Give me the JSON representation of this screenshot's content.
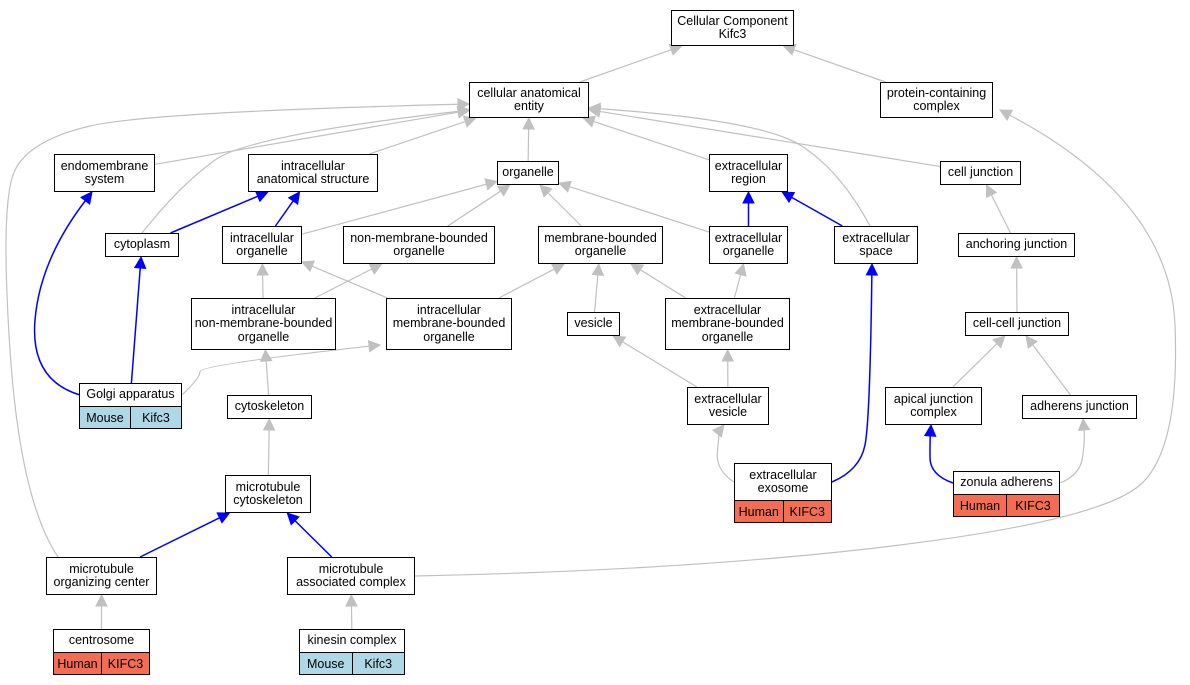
{
  "nodes": {
    "cc": "Cellular Component\nKifc3",
    "cae": "cellular anatomical\nentity",
    "pcc": "protein-containing\ncomplex",
    "endo": "endomembrane\nsystem",
    "ias": "intracellular\nanatomical structure",
    "organelle": "organelle",
    "exreg": "extracellular\nregion",
    "celljunc": "cell junction",
    "cytoplasm": "cytoplasm",
    "intorg": "intracellular\norganelle",
    "nonmem": "non-membrane-bounded\norganelle",
    "membound": "membrane-bounded\norganelle",
    "exorg": "extracellular\norganelle",
    "exspace": "extracellular\nspace",
    "anchor": "anchoring junction",
    "intnonmem": "intracellular\nnon-membrane-bounded\norganelle",
    "intmem": "intracellular\nmembrane-bounded\norganelle",
    "vesicle": "vesicle",
    "exmem": "extracellular\nmembrane-bounded\norganelle",
    "cellcell": "cell-cell junction",
    "golgi": "Golgi apparatus",
    "cytoskel": "cytoskeleton",
    "exves": "extracellular\nvesicle",
    "apical": "apical junction\ncomplex",
    "adherens": "adherens junction",
    "exosome": "extracellular\nexosome",
    "zonula": "zonula adherens",
    "mtcyto": "microtubule\ncytoskeleton",
    "mtoc": "microtubule\norganizing center",
    "mtac": "microtubule\nassociated complex",
    "centrosome": "centrosome",
    "kinesin": "kinesin complex"
  },
  "annotations": {
    "golgi": {
      "species": "Mouse",
      "gene": "Kifc3",
      "color": "#add8e6"
    },
    "exosome": {
      "species": "Human",
      "gene": "KIFC3",
      "color": "#f46d53"
    },
    "zonula": {
      "species": "Human",
      "gene": "KIFC3",
      "color": "#f46d53"
    },
    "centrosome": {
      "species": "Human",
      "gene": "KIFC3",
      "color": "#f46d53"
    },
    "kinesin": {
      "species": "Mouse",
      "gene": "Kifc3",
      "color": "#add8e6"
    }
  },
  "colors": {
    "is_a_edge": "#c0c0c0",
    "part_of_edge": "#0000ff",
    "mouse": "#add8e6",
    "human": "#f46d53"
  },
  "edges": [
    [
      "cae",
      "cc",
      "gray"
    ],
    [
      "pcc",
      "cc",
      "gray"
    ],
    [
      "endo",
      "cae",
      "gray"
    ],
    [
      "ias",
      "cae",
      "gray"
    ],
    [
      "organelle",
      "cae",
      "gray"
    ],
    [
      "exreg",
      "cae",
      "gray"
    ],
    [
      "celljunc",
      "cae",
      "gray"
    ],
    [
      "cytoplasm",
      "cae",
      "gray"
    ],
    [
      "exspace",
      "cae",
      "gray"
    ],
    [
      "mtoc",
      "cae",
      "gray"
    ],
    [
      "cytoplasm",
      "ias",
      "blue"
    ],
    [
      "intorg",
      "ias",
      "blue"
    ],
    [
      "intorg",
      "organelle",
      "gray"
    ],
    [
      "nonmem",
      "organelle",
      "gray"
    ],
    [
      "membound",
      "organelle",
      "gray"
    ],
    [
      "exorg",
      "organelle",
      "gray"
    ],
    [
      "exorg",
      "exreg",
      "blue"
    ],
    [
      "exspace",
      "exreg",
      "blue"
    ],
    [
      "anchor",
      "celljunc",
      "gray"
    ],
    [
      "intnonmem",
      "intorg",
      "gray"
    ],
    [
      "intmem",
      "intorg",
      "gray"
    ],
    [
      "intnonmem",
      "nonmem",
      "gray"
    ],
    [
      "intmem",
      "membound",
      "gray"
    ],
    [
      "vesicle",
      "membound",
      "gray"
    ],
    [
      "exmem",
      "membound",
      "gray"
    ],
    [
      "exmem",
      "exorg",
      "gray"
    ],
    [
      "cellcell",
      "anchor",
      "gray"
    ],
    [
      "golgi",
      "endo",
      "blue"
    ],
    [
      "golgi",
      "cytoplasm",
      "blue"
    ],
    [
      "golgi",
      "intmem",
      "gray"
    ],
    [
      "cytoskel",
      "intnonmem",
      "gray"
    ],
    [
      "exves",
      "vesicle",
      "gray"
    ],
    [
      "exves",
      "exmem",
      "gray"
    ],
    [
      "apical",
      "cellcell",
      "gray"
    ],
    [
      "adherens",
      "cellcell",
      "gray"
    ],
    [
      "exosome",
      "exves",
      "gray"
    ],
    [
      "exosome",
      "exspace",
      "blue"
    ],
    [
      "zonula",
      "apical",
      "blue"
    ],
    [
      "zonula",
      "adherens",
      "gray"
    ],
    [
      "mtcyto",
      "cytoskel",
      "gray"
    ],
    [
      "mtoc",
      "mtcyto",
      "blue"
    ],
    [
      "mtac",
      "mtcyto",
      "blue"
    ],
    [
      "mtac",
      "pcc",
      "gray"
    ],
    [
      "centrosome",
      "mtoc",
      "gray"
    ],
    [
      "kinesin",
      "mtac",
      "gray"
    ]
  ]
}
